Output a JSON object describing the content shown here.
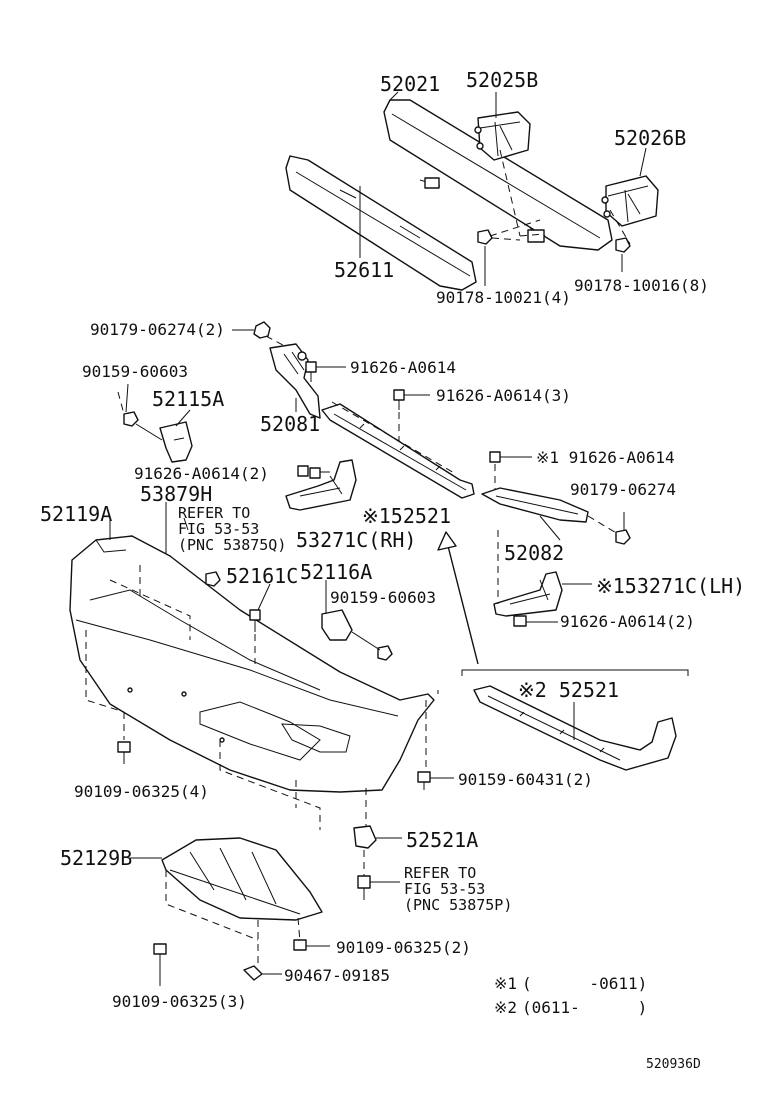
{
  "diagram": {
    "footer_code": "520936D",
    "notes": [
      {
        "mark": "※1",
        "range": "(      -0611)"
      },
      {
        "mark": "※2",
        "range": "(0611-      )"
      }
    ],
    "labels": {
      "p52021": "52021",
      "p52025B": "52025B",
      "p52026B": "52026B",
      "p52611": "52611",
      "p90178_10021": "90178-10021(4)",
      "p90178_10016": "90178-10016(8)",
      "p90179_06274_2": "90179-06274(2)",
      "p91626_a0614_top": "91626-A0614",
      "p90159_60603_a": "90159-60603",
      "p52115A": "52115A",
      "p91626_a0614_3": "91626-A0614(3)",
      "p52081": "52081",
      "p91626_a0614_r1": "※1 91626-A0614",
      "p91626_a0614_2a": "91626-A0614(2)",
      "p90179_06274": "90179-06274",
      "p53879H": "53879H",
      "p52119A": "52119A",
      "ref1_line1": "REFER TO",
      "ref1_line2": "FIG 53-53",
      "ref1_line3": "(PNC 53875Q)",
      "p52521_1": "※152521",
      "p53271C_RH": "53271C(RH)",
      "p52082": "52082",
      "p53271C_LH": "※153271C(LH)",
      "p52161C": "52161C",
      "p52116A": "52116A",
      "p90159_60603_b": "90159-60603",
      "p91626_a0614_2b": "91626-A0614(2)",
      "p52521_2": "※2 52521",
      "p90109_06325_4": "90109-06325(4)",
      "p90159_60431": "90159-60431(2)",
      "p52521A": "52521A",
      "p52129B": "52129B",
      "ref2_line1": "REFER TO",
      "ref2_line2": "FIG 53-53",
      "ref2_line3": "(PNC 53875P)",
      "p90109_06325_2": "90109-06325(2)",
      "p90467_09185": "90467-09185",
      "p90109_06325_3": "90109-06325(3)"
    }
  }
}
